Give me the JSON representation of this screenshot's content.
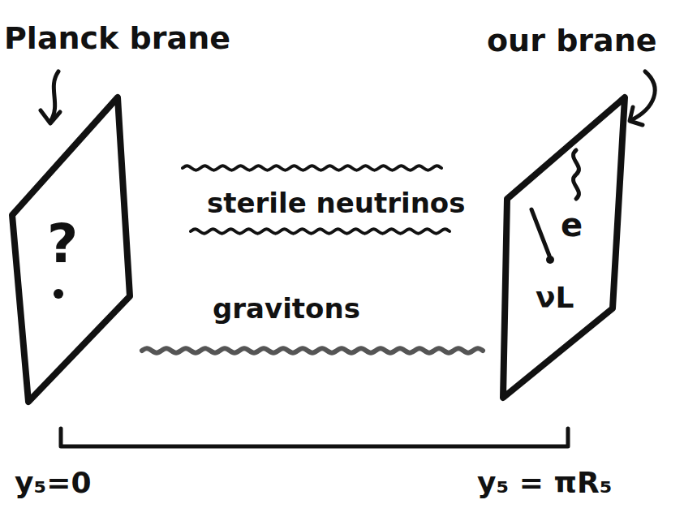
{
  "diagram": {
    "nodes": [
      {
        "text": [
          "Planck brane",
          "?"
        ]
      },
      {
        "text": [
          "our brane",
          "e",
          "νL"
        ]
      }
    ],
    "labels": [
      "sterile neutrinos",
      "gravitons",
      "y₅=0",
      "y₅ = πR₅"
    ]
  }
}
